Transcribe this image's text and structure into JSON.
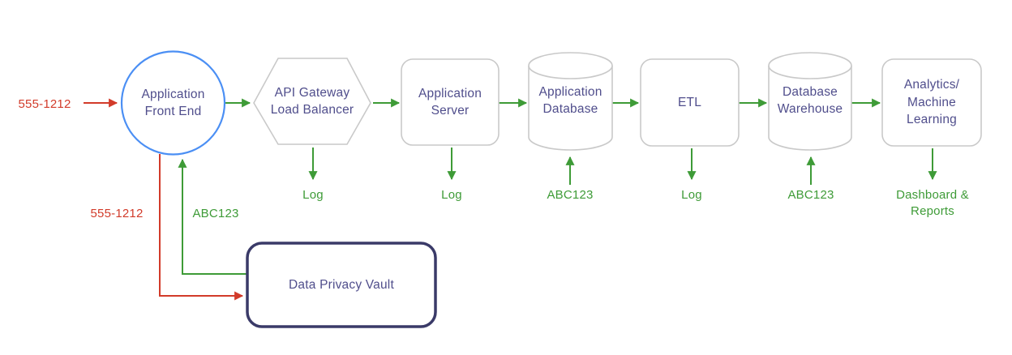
{
  "colors": {
    "flow_green": "#3e9b37",
    "flow_red": "#d23b2a",
    "node_blue": "#4b8ff4",
    "text_purple": "#504e8c",
    "shape_gray": "#c9c9c9",
    "vault_navy": "#3a3a68"
  },
  "nodes": {
    "front_end": {
      "shape": "circle",
      "label": "Application\nFront End"
    },
    "api_gateway": {
      "shape": "hexagon",
      "label": "API Gateway\nLoad Balancer"
    },
    "app_server": {
      "shape": "rounded-rect",
      "label": "Application\nServer"
    },
    "app_database": {
      "shape": "cylinder",
      "label": "Application\nDatabase"
    },
    "etl": {
      "shape": "rounded-rect",
      "label": "ETL"
    },
    "db_warehouse": {
      "shape": "cylinder",
      "label": "Database\nWarehouse"
    },
    "analytics": {
      "shape": "rounded-rect",
      "label": "Analytics/\nMachine\nLearning"
    },
    "vault": {
      "shape": "rounded-rect-bold",
      "label": "Data Privacy Vault"
    }
  },
  "flows": {
    "input_label": "555-1212",
    "gateway_log_label": "Log",
    "server_log_label": "Log",
    "database_token_label": "ABC123",
    "etl_log_label": "Log",
    "warehouse_token_label": "ABC123",
    "dashboard_label": "Dashboard &\nReports",
    "vault_in_label": "555-1212",
    "vault_out_label": "ABC123"
  }
}
